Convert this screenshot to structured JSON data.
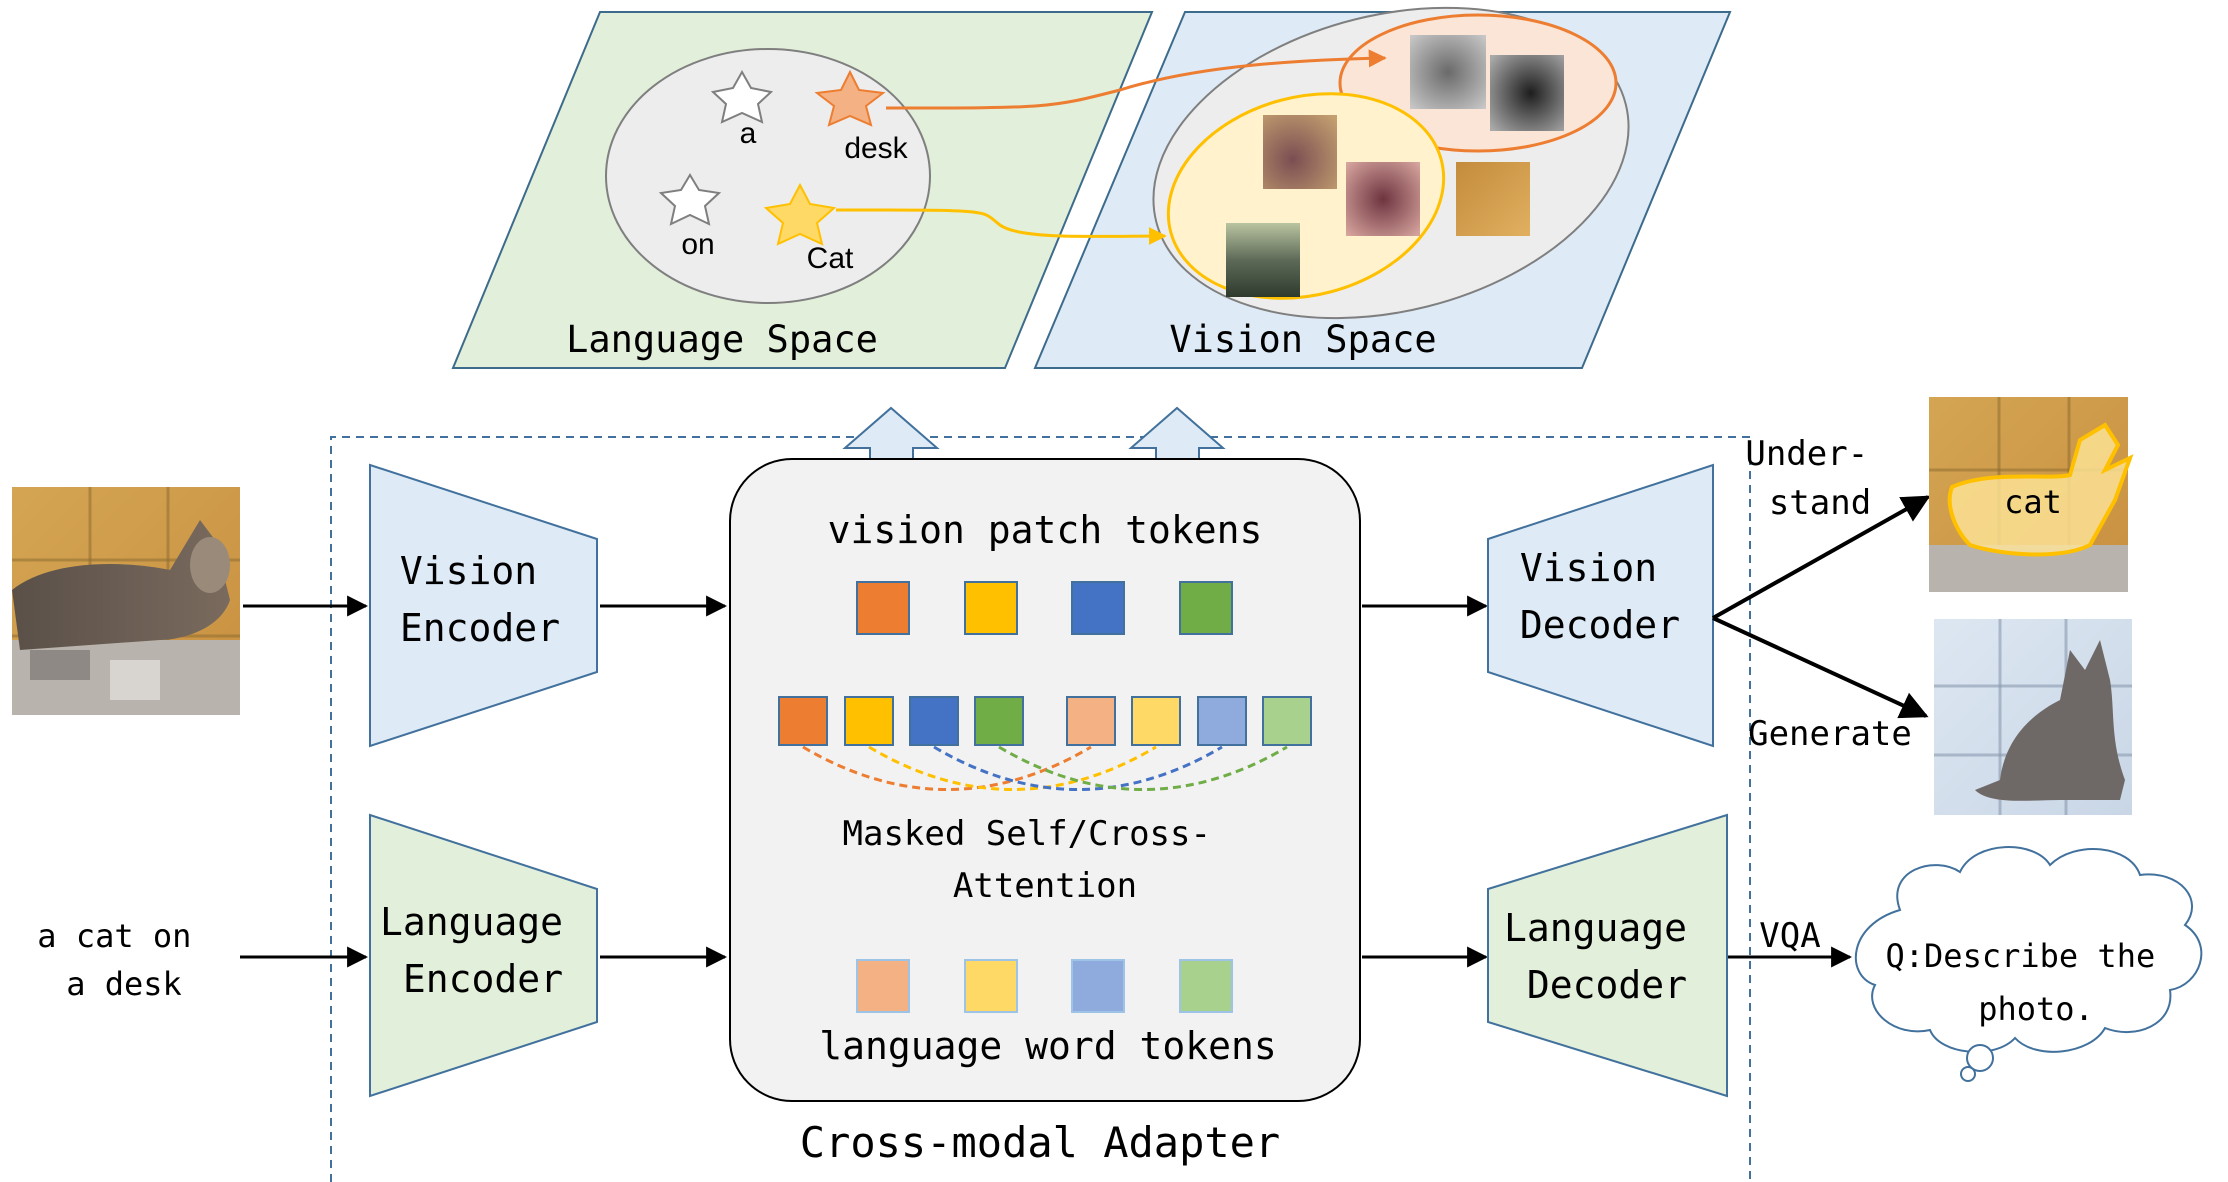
{
  "diagram": {
    "language_space": {
      "label": "Language Space",
      "words": [
        "a",
        "desk",
        "on",
        "Cat"
      ]
    },
    "vision_space": {
      "label": "Vision Space"
    },
    "inputs": {
      "text": "a cat on\na desk"
    },
    "encoders": {
      "vision": "Vision\nEncoder",
      "language": "Language\nEncoder"
    },
    "adapter": {
      "vision_tokens_label": "vision patch tokens",
      "attention_label": "Masked Self/Cross-\nAttention",
      "language_tokens_label": "language word tokens",
      "caption": "Cross-modal Adapter"
    },
    "decoders": {
      "vision": "Vision\nDecoder",
      "language": "Language\nDecoder"
    },
    "outputs": {
      "understand": "Under-\nstand",
      "generate": "Generate",
      "vqa": "VQA",
      "seg_label": "cat",
      "question": "Q:Describe the\nphoto."
    },
    "colors": {
      "orange": "#ED7D31",
      "yellow": "#FFC000",
      "blue": "#4472C4",
      "green": "#70AD47",
      "orange_light": "#F4B183",
      "yellow_light": "#FFD966",
      "blue_light": "#8FAADC",
      "green_light": "#A9D18E",
      "language_panel": "#E2EFDA",
      "vision_panel": "#DEEBF7",
      "encoder_blue": "#DEEBF7",
      "encoder_green": "#E2EFDA",
      "adapter_bg": "#F2F2F2",
      "dashed_border": "#41719C"
    }
  }
}
